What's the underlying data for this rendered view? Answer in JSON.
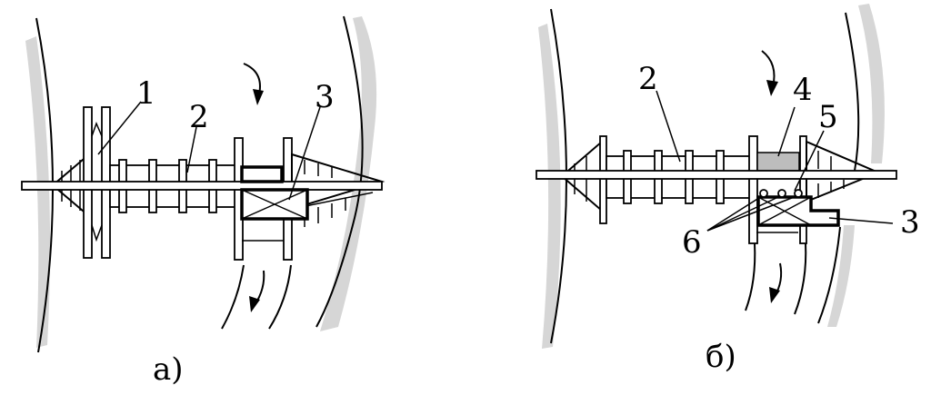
{
  "figures": [
    {
      "caption": "а)",
      "labels": [
        "1",
        "2",
        "3"
      ]
    },
    {
      "caption": "б)",
      "labels": [
        "2",
        "4",
        "5",
        "3",
        "6"
      ]
    }
  ],
  "colors": {
    "stroke": "#000000",
    "shade": "#d6d6d6",
    "block": "#bdbdbd"
  }
}
